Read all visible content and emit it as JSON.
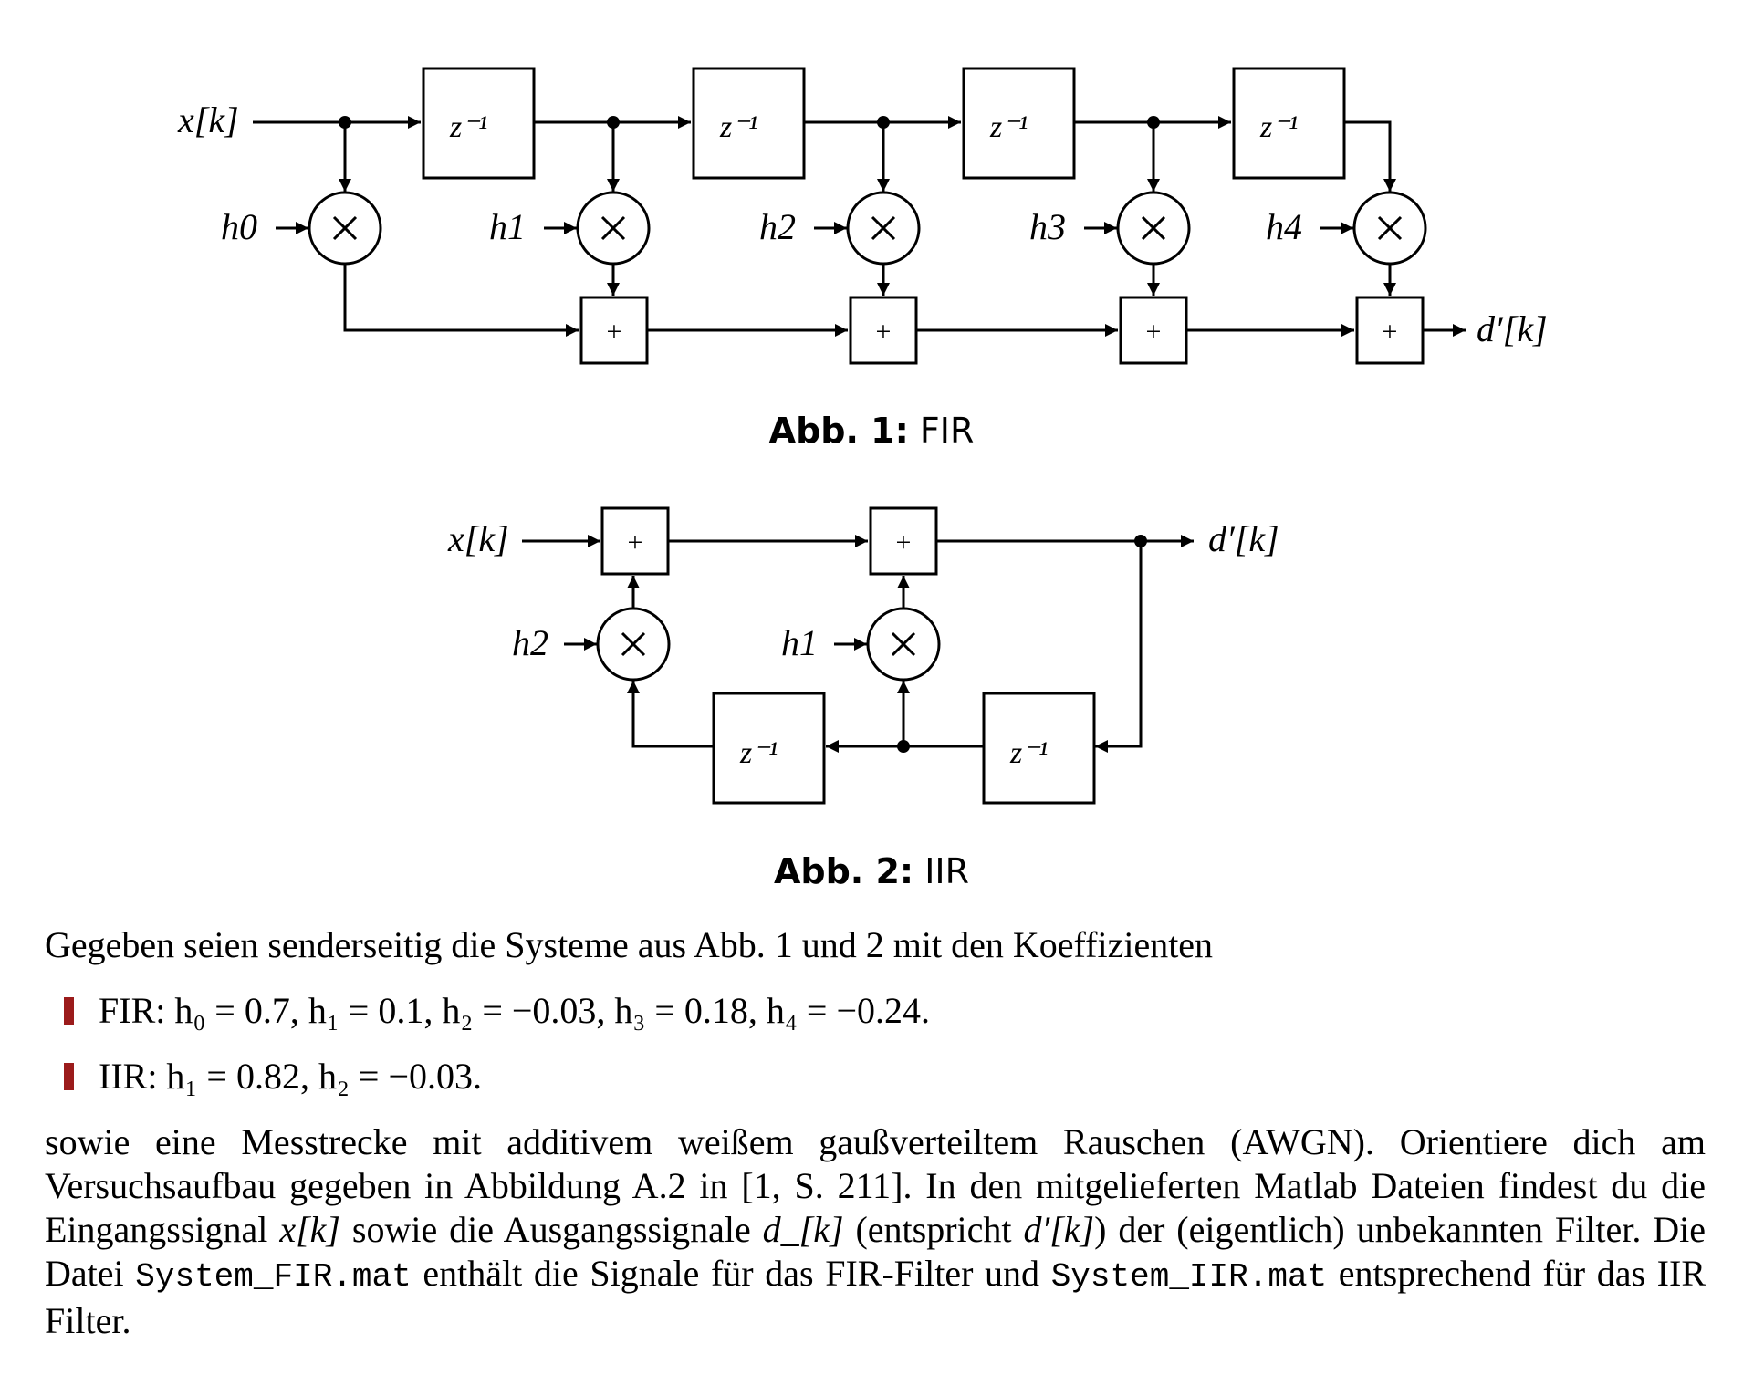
{
  "fig1": {
    "input_label": "x[k]",
    "delay_label": "z⁻¹",
    "coef_labels": [
      "h0",
      "h1",
      "h2",
      "h3",
      "h4"
    ],
    "mult_symbol": "×",
    "add_symbol": "+",
    "output_label": "d′[k]",
    "caption_prefix": "Abb. 1:",
    "caption_text": "FIR"
  },
  "fig2": {
    "input_label": "x[k]",
    "delay_label": "z⁻¹",
    "coef_labels": [
      "h2",
      "h1"
    ],
    "mult_symbol": "×",
    "add_symbol": "+",
    "output_label": "d′[k]",
    "caption_prefix": "Abb. 2:",
    "caption_text": "IIR"
  },
  "text": {
    "intro": "Gegeben seien senderseitig die Systeme aus Abb. 1 und 2 mit den Koeffizienten",
    "bullets": [
      "FIR: h₀ = 0.7, h₁ = 0.1, h₂ = −0.03, h₃ = 0.18, h₄ = −0.24.",
      "IIR: h₁ = 0.82, h₂ = −0.03."
    ],
    "paragraph": {
      "p1": "sowie eine Messtrecke mit additivem weißem gaußverteiltem Rauschen (AWGN). Orientiere dich am Versuchsaufbau gegeben in Abbildung A.2 in [1, S. 211]. In den mitgelieferten Matlab Dateien findest du die Eingangssignal ",
      "x": "x[k]",
      "p2": " sowie die Ausgangssignale ",
      "d": "d_[k]",
      "p3": " (entspricht ",
      "dp": "d′[k]",
      "p4": ") der (eigentlich) unbekannten Filter. Die Datei ",
      "file1": "System_FIR.mat",
      "p5": " enthält die Signale für das FIR-Filter und ",
      "file2": "System_IIR.mat",
      "p6": " entsprechend für das IIR Filter."
    }
  },
  "colors": {
    "bullet_mark": "#9b1b1b",
    "line": "#000000"
  }
}
